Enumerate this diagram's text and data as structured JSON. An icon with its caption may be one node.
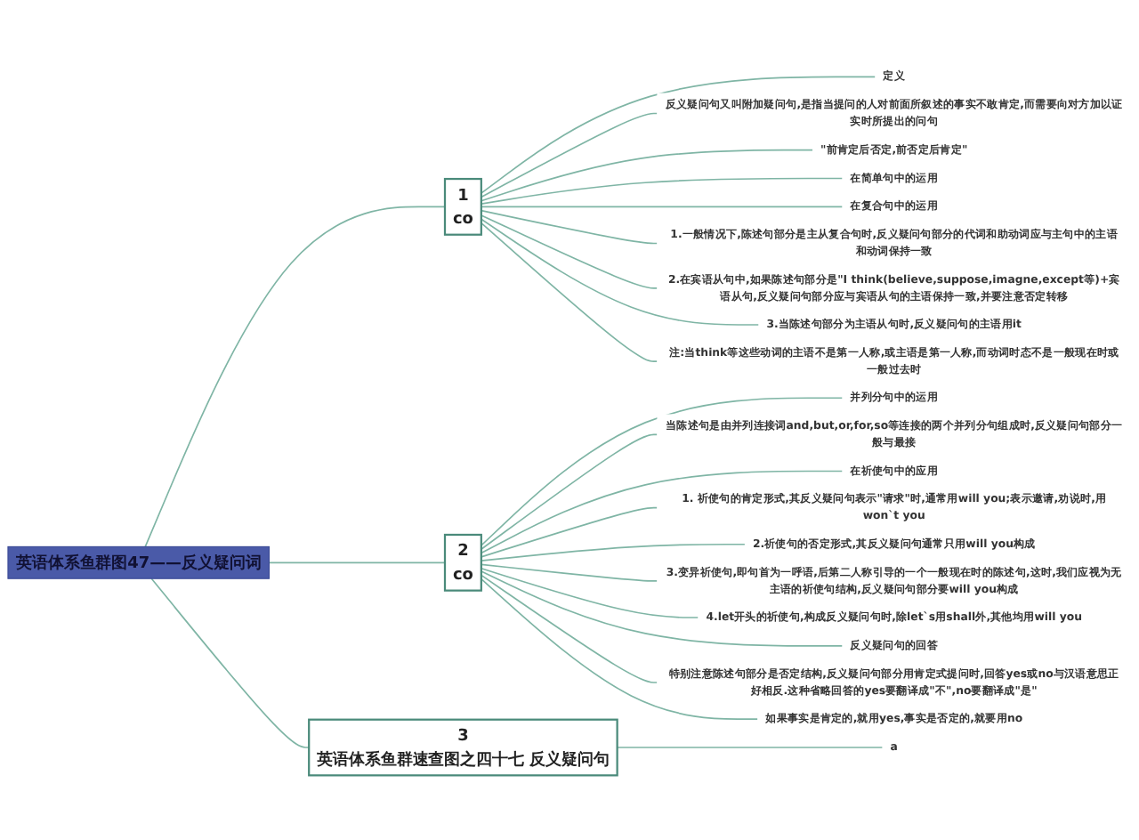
{
  "diagram": {
    "nodes": [
      {
        "text": [
          "英语体系鱼群图47——反义疑问词"
        ]
      },
      {
        "text": [
          "1",
          "co"
        ]
      },
      {
        "text": [
          "定义"
        ]
      },
      {
        "text": [
          "反义疑问句又叫附加疑问句,是指当提问的人对前面所叙述的事实不敢肯定,而需要向对方加以证实时所提出的问句"
        ]
      },
      {
        "text": [
          "\"前肯定后否定,前否定后肯定\""
        ]
      },
      {
        "text": [
          "在简单句中的运用"
        ]
      },
      {
        "text": [
          "在复合句中的运用"
        ]
      },
      {
        "text": [
          "1.一般情况下,陈述句部分是主从复合句时,反义疑问句部分的代词和助动词应与主句中的主语和动词保持一致"
        ]
      },
      {
        "text": [
          "2.在宾语从句中,如果陈述句部分是\"I think(believe,suppose,imagne,except等)+宾语从句,反义疑问句部分应与宾语从句的主语保持一致,并要注意否定转移"
        ]
      },
      {
        "text": [
          "3.当陈述句部分为主语从句时,反义疑问句的主语用it"
        ]
      },
      {
        "text": [
          "注:当think等这些动词的主语不是第一人称,或主语是第一人称,而动词时态不是一般现在时或一般过去时"
        ]
      },
      {
        "text": [
          "2",
          "co"
        ]
      },
      {
        "text": [
          "并列分句中的运用"
        ]
      },
      {
        "text": [
          "当陈述句是由并列连接词and,but,or,for,so等连接的两个并列分句组成时,反义疑问句部分一般与最接"
        ]
      },
      {
        "text": [
          "在祈使句中的应用"
        ]
      },
      {
        "text": [
          "1. 祈使句的肯定形式,其反义疑问句表示\"请求\"时,通常用will you;表示邀请,劝说时,用won`t you"
        ]
      },
      {
        "text": [
          "2.祈使句的否定形式,其反义疑问句通常只用will you构成"
        ]
      },
      {
        "text": [
          "3.变异祈使句,即句首为一呼语,后第二人称引导的一个一般现在时的陈述句,这时,我们应视为无主语的祈使句结构,反义疑问句部分要will you构成"
        ]
      },
      {
        "text": [
          "4.let开头的祈使句,构成反义疑问句时,除let`s用shall外,其他均用will you"
        ]
      },
      {
        "text": [
          "反义疑问句的回答"
        ]
      },
      {
        "text": [
          "特别注意陈述句部分是否定结构,反义疑问句部分用肯定式提问时,回答yes或no与汉语意思正好相反.这种省略回答的yes要翻译成\"不\",no要翻译成\"是\""
        ]
      },
      {
        "text": [
          "如果事实是肯定的,就用yes,事实是否定的,就要用no"
        ]
      },
      {
        "text": [
          "3",
          "英语体系鱼群速查图之四十七 反义疑问句"
        ]
      },
      {
        "text": [
          "a"
        ]
      }
    ],
    "edges": [
      {
        "from": 0,
        "to": 1,
        "arrow": "none"
      },
      {
        "from": 1,
        "to": 2,
        "arrow": "none"
      },
      {
        "from": 1,
        "to": 3,
        "arrow": "none"
      },
      {
        "from": 1,
        "to": 4,
        "arrow": "none"
      },
      {
        "from": 1,
        "to": 5,
        "arrow": "none"
      },
      {
        "from": 1,
        "to": 6,
        "arrow": "none"
      },
      {
        "from": 1,
        "to": 7,
        "arrow": "none"
      },
      {
        "from": 1,
        "to": 8,
        "arrow": "none"
      },
      {
        "from": 1,
        "to": 9,
        "arrow": "none"
      },
      {
        "from": 1,
        "to": 10,
        "arrow": "none"
      },
      {
        "from": 0,
        "to": 11,
        "arrow": "none"
      },
      {
        "from": 11,
        "to": 12,
        "arrow": "none"
      },
      {
        "from": 11,
        "to": 13,
        "arrow": "none"
      },
      {
        "from": 11,
        "to": 14,
        "arrow": "none"
      },
      {
        "from": 11,
        "to": 15,
        "arrow": "none"
      },
      {
        "from": 11,
        "to": 16,
        "arrow": "none"
      },
      {
        "from": 11,
        "to": 17,
        "arrow": "none"
      },
      {
        "from": 11,
        "to": 18,
        "arrow": "none"
      },
      {
        "from": 11,
        "to": 19,
        "arrow": "none"
      },
      {
        "from": 11,
        "to": 20,
        "arrow": "none"
      },
      {
        "from": 11,
        "to": 21,
        "arrow": "none"
      },
      {
        "from": 0,
        "to": 22,
        "arrow": "none"
      },
      {
        "from": 22,
        "to": 23,
        "arrow": "none"
      }
    ]
  }
}
